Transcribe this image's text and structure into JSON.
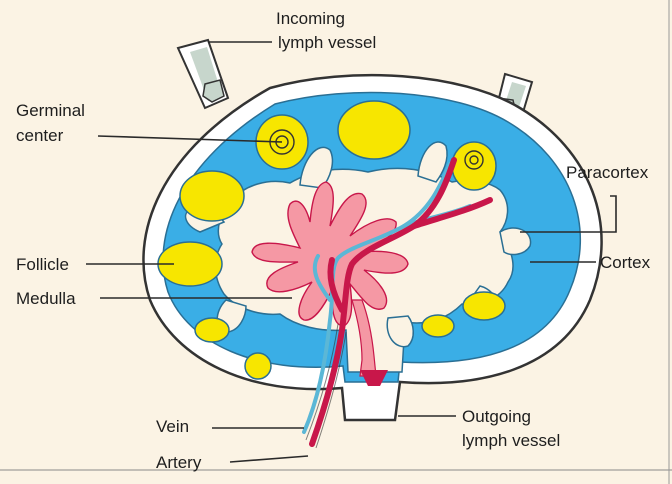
{
  "labels": {
    "incoming_line1": "Incoming",
    "incoming_line2": "lymph vessel",
    "germinal_line1": "Germinal",
    "germinal_line2": "center",
    "paracortex": "Paracortex",
    "cortex": "Cortex",
    "follicle": "Follicle",
    "medulla": "Medulla",
    "vein": "Vein",
    "artery": "Artery",
    "outgoing_line1": "Outgoing",
    "outgoing_line2": "lymph vessel"
  },
  "colors": {
    "background": "#fbf3e4",
    "capsule": "#ffffff",
    "cortex": "#3aaee6",
    "sinus": "#fbf3e4",
    "follicle": "#f7e600",
    "medulla": "#f598a4",
    "artery": "#c8174a",
    "vein": "#5bb7d6",
    "vessel": "#c7d6cc",
    "outline": "#333333"
  }
}
